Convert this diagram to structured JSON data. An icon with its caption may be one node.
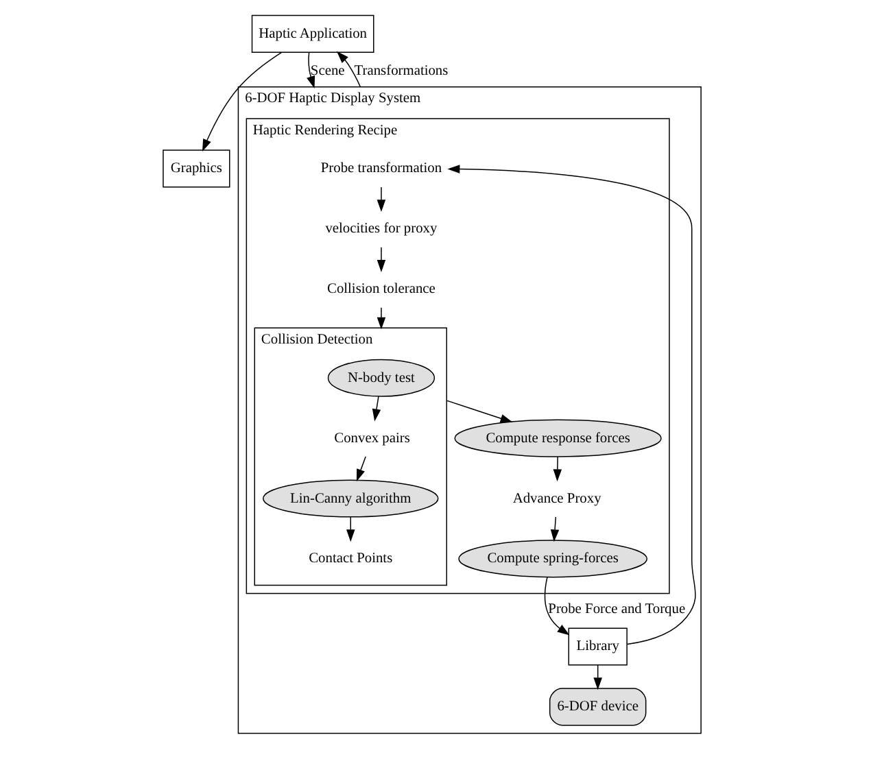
{
  "diagram": {
    "nodes": [
      {
        "text": [
          "Haptic Application"
        ]
      },
      {
        "text": [
          "Graphics"
        ]
      },
      {
        "text": [
          "6-DOF Haptic Display System"
        ]
      },
      {
        "text": [
          "Haptic Rendering Recipe"
        ],
        "in": 2
      },
      {
        "text": [
          "Probe transformation"
        ],
        "in": 3
      },
      {
        "text": [
          "velocities for proxy"
        ],
        "in": 3
      },
      {
        "text": [
          "Collision tolerance"
        ],
        "in": 3
      },
      {
        "text": [
          "Collision Detection"
        ],
        "in": 3
      },
      {
        "text": [
          "N-body test"
        ],
        "in": 7
      },
      {
        "text": [
          "Convex pairs"
        ],
        "in": 7
      },
      {
        "text": [
          "Lin-Canny algorithm"
        ],
        "in": 7
      },
      {
        "text": [
          "Contact Points"
        ],
        "in": 7
      },
      {
        "text": [
          "Compute response forces"
        ],
        "in": 3
      },
      {
        "text": [
          "Advance Proxy"
        ],
        "in": 3
      },
      {
        "text": [
          "Compute spring-forces"
        ],
        "in": 3
      },
      {
        "text": [
          "Library"
        ],
        "in": 2
      },
      {
        "text": [
          "6-DOF device"
        ],
        "in": 2
      }
    ],
    "edges": [
      {
        "from": 0,
        "to": 2,
        "arrow": "to",
        "label": "Scene"
      },
      {
        "from": 2,
        "to": 0,
        "arrow": "to",
        "label": "Transformations"
      },
      {
        "from": 0,
        "to": 1,
        "arrow": "to"
      },
      {
        "from": 15,
        "to": 4,
        "arrow": "to"
      },
      {
        "from": 4,
        "to": 5,
        "arrow": "to"
      },
      {
        "from": 5,
        "to": 6,
        "arrow": "to"
      },
      {
        "from": 6,
        "to": 7,
        "arrow": "to"
      },
      {
        "from": 8,
        "to": 9,
        "arrow": "to"
      },
      {
        "from": 9,
        "to": 10,
        "arrow": "to"
      },
      {
        "from": 10,
        "to": 11,
        "arrow": "to"
      },
      {
        "from": 7,
        "to": 12,
        "arrow": "to"
      },
      {
        "from": 12,
        "to": 13,
        "arrow": "to"
      },
      {
        "from": 13,
        "to": 14,
        "arrow": "to"
      },
      {
        "from": 14,
        "to": 15,
        "arrow": "to",
        "label": "Probe Force and Torque"
      },
      {
        "from": 15,
        "to": 16,
        "arrow": "to"
      }
    ]
  }
}
